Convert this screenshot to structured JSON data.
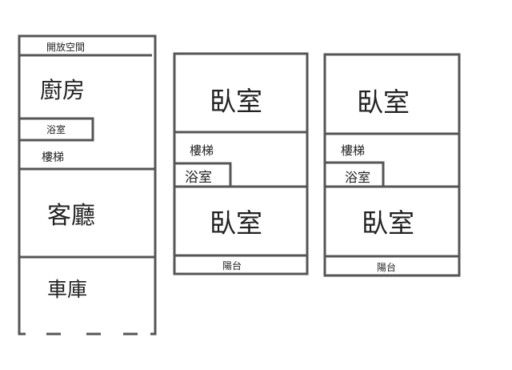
{
  "floor1": {
    "open_space": "開放空間",
    "kitchen": "廚房",
    "bathroom": "浴室",
    "stairs": "樓梯",
    "living_room": "客廳",
    "garage": "車庫"
  },
  "floor2": {
    "bedroom_front": "臥室",
    "stairs": "樓梯",
    "bathroom": "浴室",
    "bedroom_back": "臥室",
    "balcony": "陽台"
  },
  "floor3": {
    "bedroom_front": "臥室",
    "stairs": "樓梯",
    "bathroom": "浴室",
    "bedroom_back": "臥室",
    "balcony": "陽台"
  }
}
